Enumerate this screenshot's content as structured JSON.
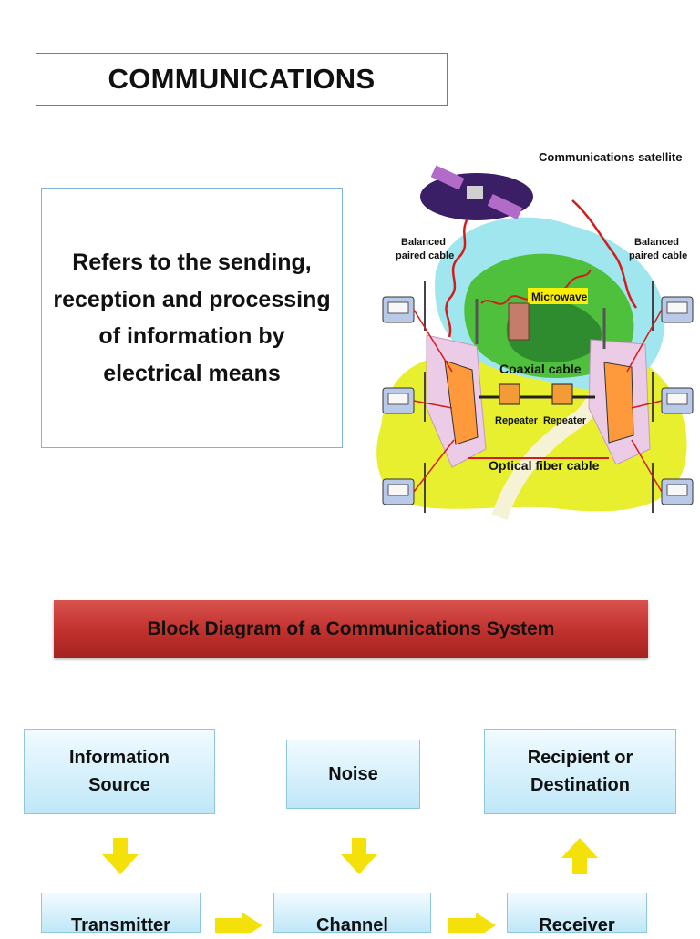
{
  "slide": {
    "title": "COMMUNICATIONS",
    "definition": "Refers to the sending, reception and processing of information by electrical means"
  },
  "illustration": {
    "labels": {
      "satellite": "Communications satellite",
      "balanced_left": [
        "Balanced",
        "paired cable"
      ],
      "balanced_right": [
        "Balanced",
        "paired cable"
      ],
      "microwave": "Microwave",
      "coaxial": "Coaxial cable",
      "repeater_1": "Repeater",
      "repeater_2": "Repeater",
      "optical": "Optical fiber cable"
    }
  },
  "block_diagram": {
    "banner": "Block Diagram of a Communications System",
    "blocks": {
      "information_source": "Information\nSource",
      "noise": "Noise",
      "recipient": "Recipient or\nDestination",
      "transmitter": "Transmitter",
      "channel": "Channel",
      "receiver": "Receiver"
    },
    "arrows": {
      "source_to_transmitter": "down",
      "noise_to_channel": "down",
      "receiver_to_recipient": "up",
      "transmitter_to_channel": "right",
      "channel_to_receiver": "right"
    }
  },
  "colors": {
    "banner": "#c0302c",
    "block_fill": "#d6f0fb",
    "arrow": "#f5e10a"
  }
}
